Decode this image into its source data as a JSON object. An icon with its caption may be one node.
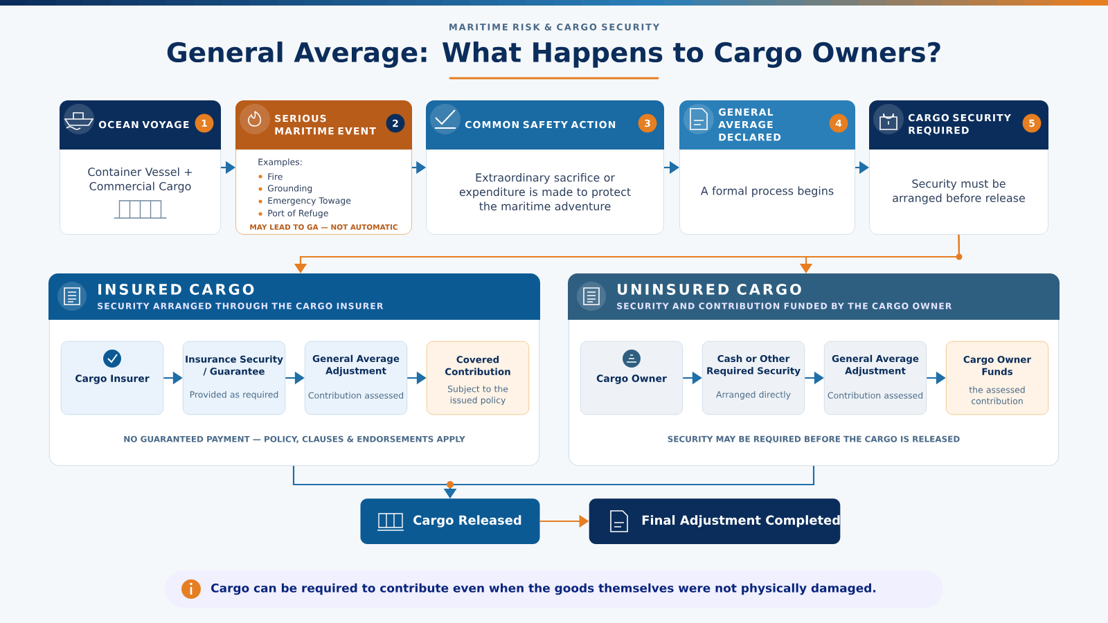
{
  "diagram": {
    "title": "General Average: What Happens to Cargo Owners?",
    "nodes": [
      {
        "text": [
          "OCEAN VOYAGE",
          "1",
          "Container Vessel + Commercial Cargo"
        ]
      },
      {
        "text": [
          "SERIOUS MARITIME EVENT",
          "2",
          "Examples:",
          "Fire",
          "Grounding",
          "Emergency Towage",
          "Port of Refuge",
          "MAY LEAD TO GA — NOT AUTOMATIC"
        ]
      },
      {
        "text": [
          "COMMON SAFETY ACTION",
          "3",
          "Extraordinary sacrifice or expenditure is made to protect the maritime adventure"
        ]
      },
      {
        "text": [
          "GENERAL AVERAGE DECLARED",
          "4",
          "A formal process begins"
        ]
      },
      {
        "text": [
          "CARGO SECURITY REQUIRED",
          "5",
          "Security must be arranged before release"
        ]
      },
      {
        "text": [
          "INSURED CARGO",
          "SECURITY ARRANGED THROUGH THE CARGO INSURER",
          "NO GUARANTEED PAYMENT — POLICY, CLAUSES & ENDORSEMENTS APPLY"
        ]
      },
      {
        "text": [
          "Cargo Insurer"
        ],
        "in": 5
      },
      {
        "text": [
          "Insurance Security / Guarantee",
          "Provided as required"
        ],
        "in": 5
      },
      {
        "text": [
          "General Average Adjustment",
          "Contribution assessed"
        ],
        "in": 5
      },
      {
        "text": [
          "Covered Contribution",
          "Subject to the issued policy"
        ],
        "in": 5
      },
      {
        "text": [
          "UNINSURED CARGO",
          "SECURITY AND CONTRIBUTION FUNDED BY THE CARGO OWNER",
          "SECURITY MAY BE REQUIRED BEFORE THE CARGO IS RELEASED"
        ]
      },
      {
        "text": [
          "Cargo Owner"
        ],
        "in": 10
      },
      {
        "text": [
          "Cash or Other Required Security",
          "Arranged directly"
        ],
        "in": 10
      },
      {
        "text": [
          "General Average Adjustment",
          "Contribution assessed"
        ],
        "in": 10
      },
      {
        "text": [
          "Cargo Owner Funds",
          "the assessed contribution"
        ],
        "in": 10
      },
      {
        "text": [
          "Cargo Released"
        ]
      },
      {
        "text": [
          "Final Adjustment Completed"
        ]
      },
      {
        "text": [
          "Cargo can be required to contribute even when the goods themselves were not physically damaged."
        ]
      }
    ],
    "edges": [
      {
        "from": 0,
        "to": 1,
        "arrow": "to"
      },
      {
        "from": 1,
        "to": 2,
        "arrow": "to"
      },
      {
        "from": 2,
        "to": 3,
        "arrow": "to"
      },
      {
        "from": 3,
        "to": 4,
        "arrow": "to"
      },
      {
        "from": 4,
        "to": 5,
        "arrow": "to",
        "color": "#e67e22"
      },
      {
        "from": 4,
        "to": 10,
        "arrow": "to",
        "color": "#e67e22"
      },
      {
        "from": 6,
        "to": 7,
        "arrow": "to"
      },
      {
        "from": 7,
        "to": 8,
        "arrow": "to"
      },
      {
        "from": 8,
        "to": 9,
        "arrow": "to"
      },
      {
        "from": 11,
        "to": 12,
        "arrow": "to"
      },
      {
        "from": 12,
        "to": 13,
        "arrow": "to"
      },
      {
        "from": 13,
        "to": 14,
        "arrow": "to"
      },
      {
        "from": 5,
        "to": 15,
        "arrow": "to"
      },
      {
        "from": 10,
        "to": 15,
        "arrow": "to"
      },
      {
        "from": 15,
        "to": 16,
        "arrow": "to",
        "color": "#e67e22"
      }
    ],
    "labels": [
      "MARITIME RISK & CARGO SECURITY"
    ]
  }
}
